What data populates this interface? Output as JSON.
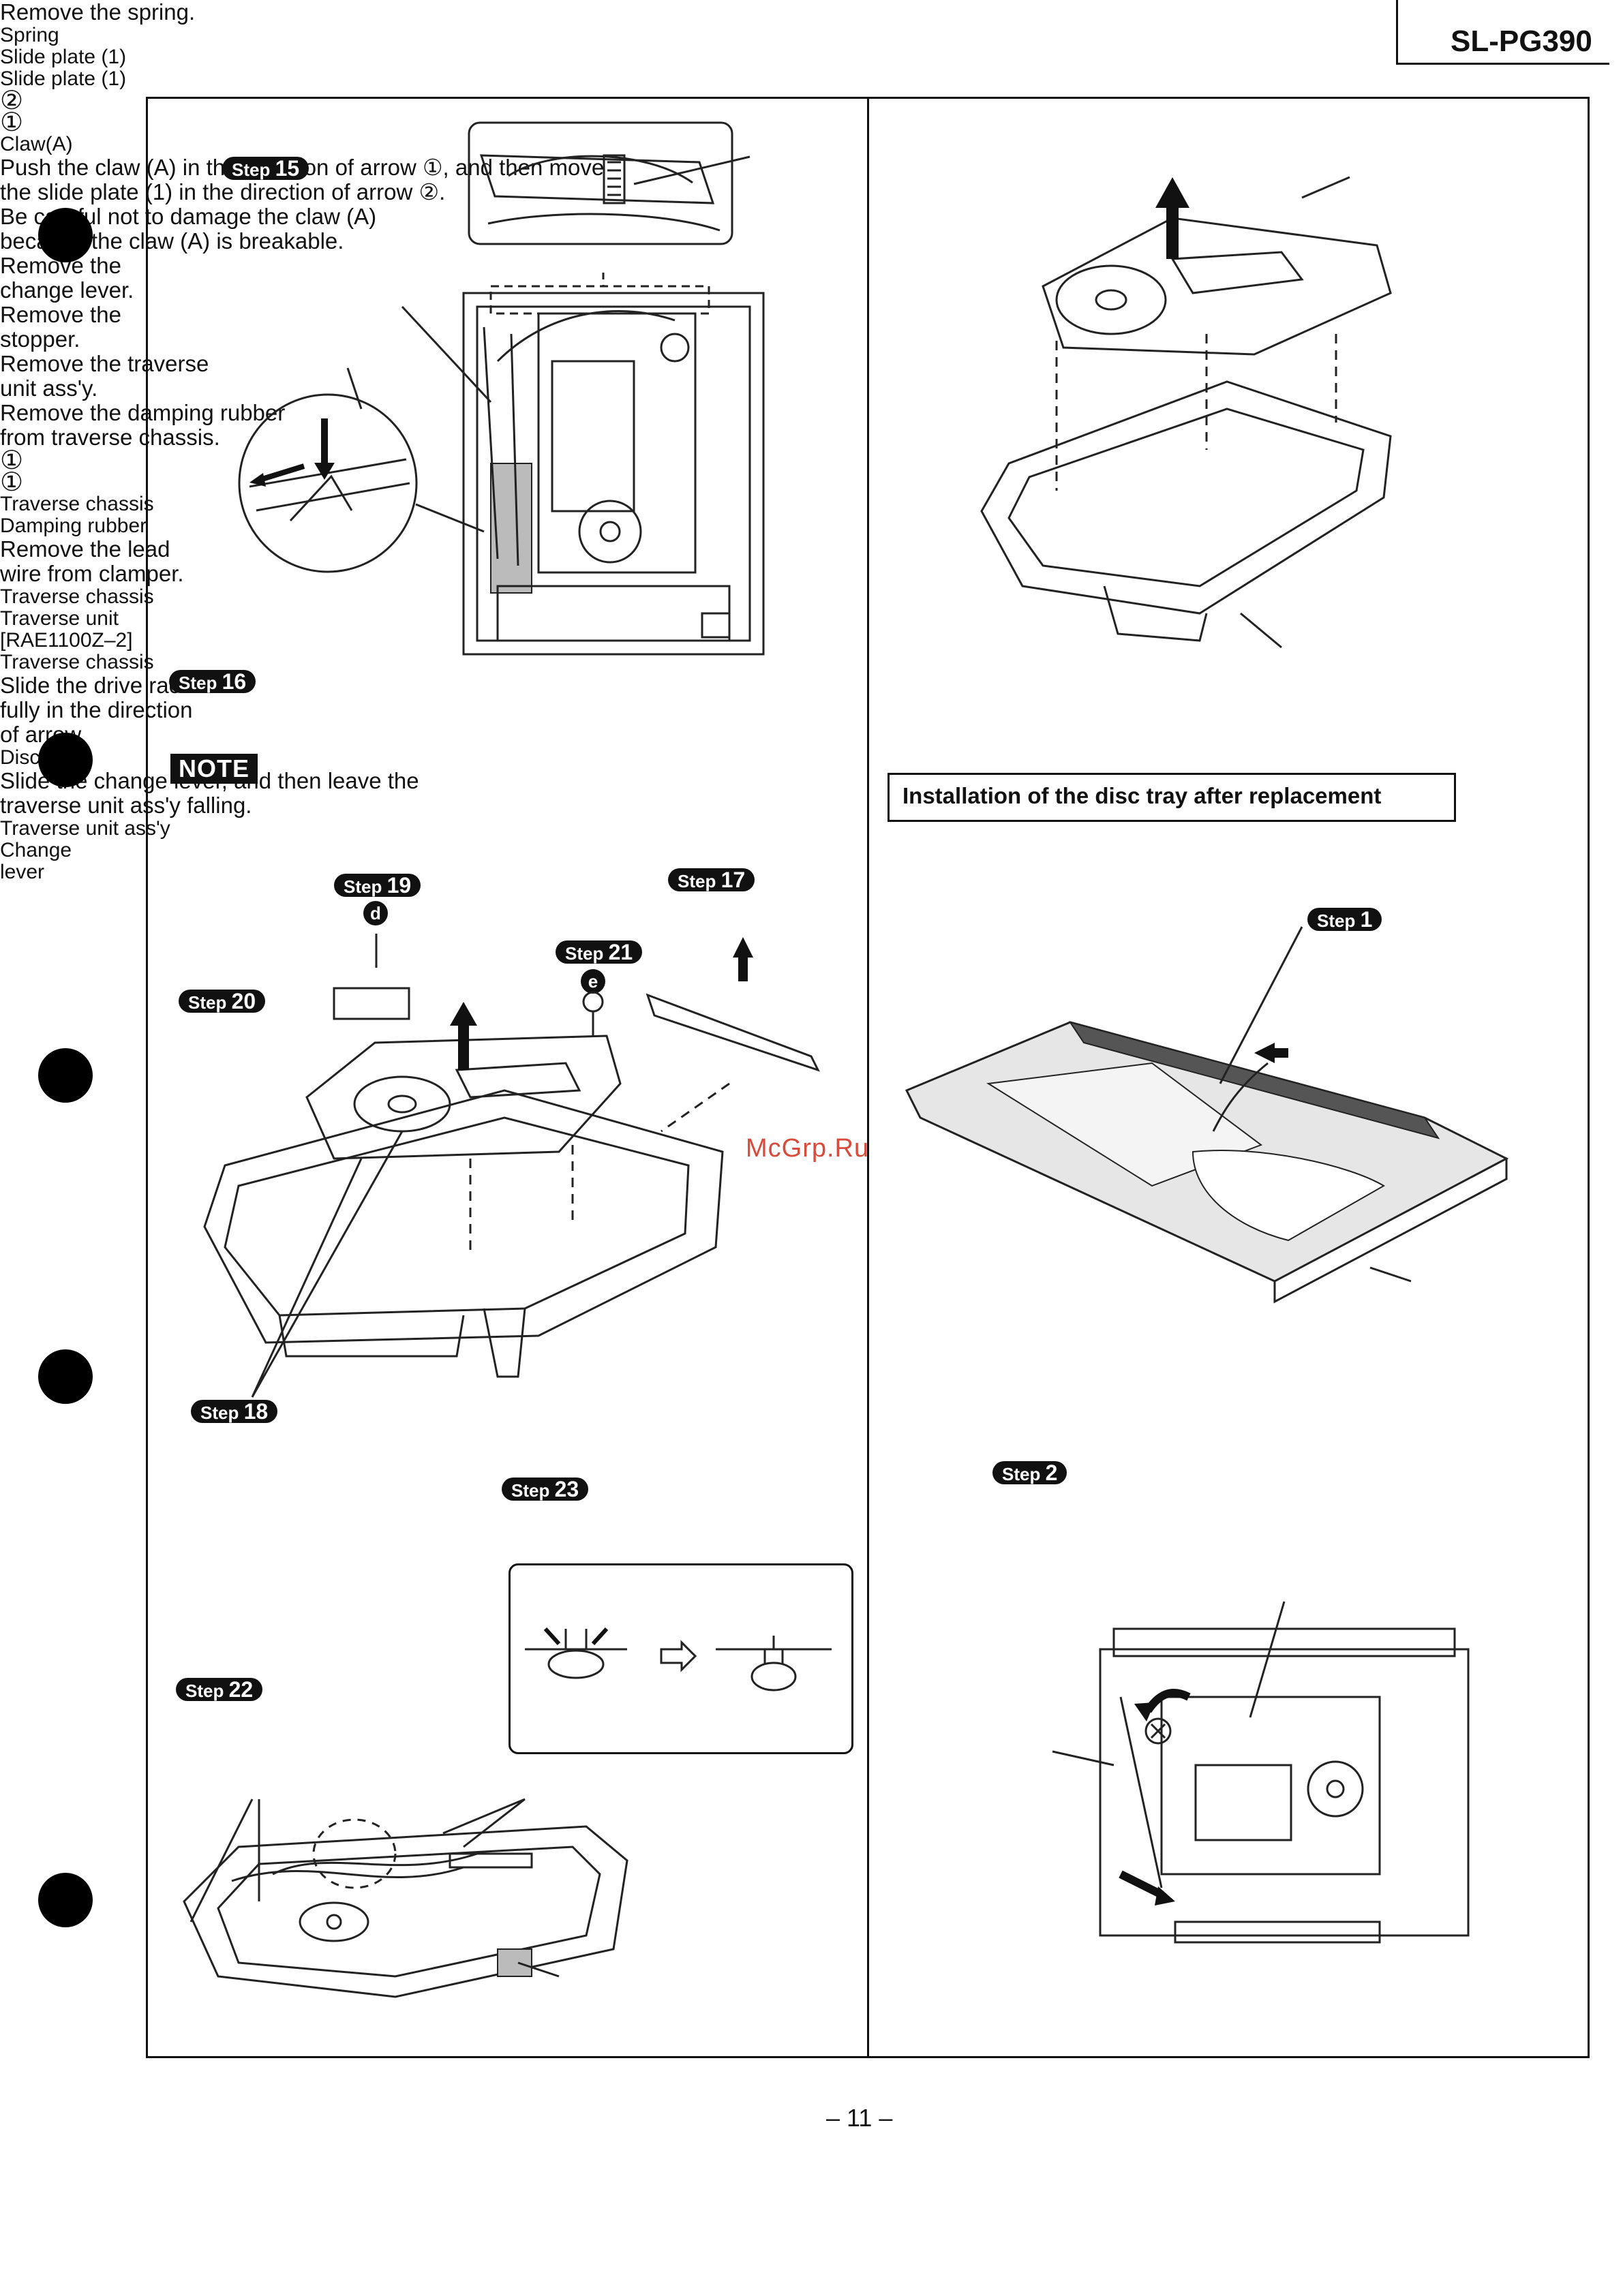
{
  "header": {
    "model": "SL-PG390"
  },
  "watermark": "McGrp.Ru",
  "footer": {
    "page_number": "– 11 –"
  },
  "left": {
    "step15": {
      "badge": "Step",
      "num": "15",
      "text": "Remove the spring.",
      "label_spring": "Spring",
      "label_slide_plate_a": "Slide plate (1)",
      "label_slide_plate_b": "Slide plate (1)",
      "label_claw": "Claw(A)",
      "mark_1": "①",
      "mark_2": "②"
    },
    "step16": {
      "badge": "Step",
      "num": "16",
      "line1": "Push the claw (A) in the direction of arrow ①, and then move",
      "line2": "the slide plate (1) in the direction of arrow ②."
    },
    "note": {
      "badge": "NOTE",
      "line1": "Be careful not to damage the claw (A)",
      "line2": "because the claw (A) is breakable."
    },
    "step19": {
      "badge": "Step",
      "num": "19",
      "screw": "d"
    },
    "step17": {
      "badge": "Step",
      "num": "17",
      "line1": "Remove the",
      "line2": "change lever."
    },
    "step21": {
      "badge": "Step",
      "num": "21",
      "screw": "e"
    },
    "step20": {
      "badge": "Step",
      "num": "20",
      "line1": "Remove the",
      "line2": "stopper."
    },
    "step18": {
      "badge": "Step",
      "num": "18",
      "line1": "Remove the traverse",
      "line2": "unit ass'y."
    },
    "step23": {
      "badge": "Step",
      "num": "23",
      "line1": "Remove the damping rubber",
      "line2": "from traverse chassis.",
      "box_label_chassis": "Traverse chassis",
      "box_label_rubber": "Damping rubber",
      "mark_1a": "①",
      "mark_1b": "①"
    },
    "step22": {
      "badge": "Step",
      "num": "22",
      "line1": "Remove the lead",
      "line2": "wire from clamper.",
      "label_chassis": "Traverse chassis"
    }
  },
  "right": {
    "top": {
      "label_unit_line1": "Traverse unit",
      "label_unit_line2": "[RAE1100Z–2]",
      "label_chassis": "Traverse chassis"
    },
    "install_title": "Installation of the disc tray after replacement",
    "step1": {
      "badge": "Step",
      "num": "1",
      "line1": "Slide the drive rack",
      "line2": "fully in the direction",
      "line3": "of arrow.",
      "label_tray": "Disc tray"
    },
    "step2": {
      "badge": "Step",
      "num": "2",
      "line1": "Slide the change lever, and then leave the",
      "line2": "traverse unit ass'y falling.",
      "label_unit": "Traverse unit ass'y",
      "label_lever_line1": "Change",
      "label_lever_line2": "lever"
    }
  }
}
